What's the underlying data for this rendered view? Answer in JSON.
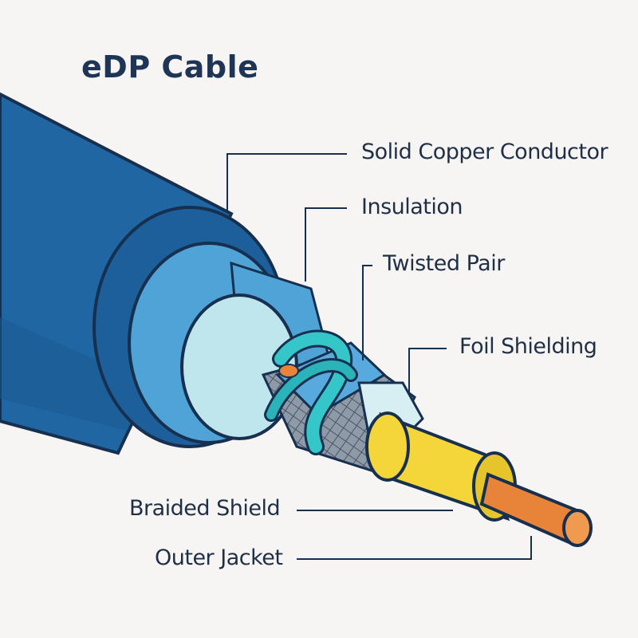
{
  "title": "eDP Cable",
  "labels": {
    "solid_copper_conductor": "Solid Copper Conductor",
    "insulation": "Insulation",
    "twisted_pair": "Twisted Pair",
    "foil_shielding": "Foil Shielding",
    "braided_shield": "Braided Shield",
    "outer_jacket": "Outer Jacket"
  },
  "colors": {
    "background": "#f6f5f3",
    "outer_jacket": "#1f66a3",
    "braided_shield": "#4fa3d6",
    "foil_shielding": "#bfe6ec",
    "twisted_pair": "#34c6c8",
    "insulation": "#f4d63b",
    "copper": "#e8843a",
    "outline": "#17304f"
  }
}
